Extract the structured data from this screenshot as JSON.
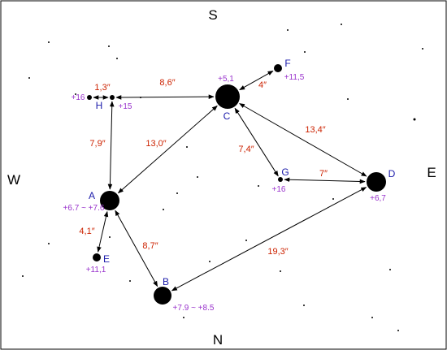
{
  "colors": {
    "background": "#ffffff",
    "frame": "#000000",
    "star": "#000000",
    "link": "#000000",
    "star_name": "#1a1aaa",
    "magnitude": "#9933cc",
    "separation": "#cc2200"
  },
  "directions": {
    "top": "S",
    "bottom": "N",
    "left": "W",
    "right": "E"
  },
  "stars": [
    {
      "id": "A",
      "name": "A",
      "magnitude": "+6.7 ~ +7.6"
    },
    {
      "id": "B",
      "name": "B",
      "magnitude": "+7.9 ~ +8.5"
    },
    {
      "id": "C",
      "name": "C",
      "magnitude": "+5,1"
    },
    {
      "id": "D",
      "name": "D",
      "magnitude": "+6,7"
    },
    {
      "id": "E",
      "name": "E",
      "magnitude": "+11,1"
    },
    {
      "id": "F",
      "name": "F",
      "magnitude": "+11,5"
    },
    {
      "id": "G",
      "name": "G",
      "magnitude": "+16"
    },
    {
      "id": "H",
      "name": "H",
      "magnitude": "+15"
    },
    {
      "id": "H2",
      "name": "",
      "magnitude": "+16"
    }
  ],
  "links": [
    {
      "from": "H2",
      "to": "H",
      "separation": "1,3″"
    },
    {
      "from": "H",
      "to": "C",
      "separation": "8,6″"
    },
    {
      "from": "C",
      "to": "F",
      "separation": "4″"
    },
    {
      "from": "H",
      "to": "A",
      "separation": "7,9″"
    },
    {
      "from": "C",
      "to": "A",
      "separation": "13,0″"
    },
    {
      "from": "C",
      "to": "G",
      "separation": "7,4″"
    },
    {
      "from": "C",
      "to": "D",
      "separation": "13,4″"
    },
    {
      "from": "G",
      "to": "D",
      "separation": "7″"
    },
    {
      "from": "A",
      "to": "E",
      "separation": "4,1″"
    },
    {
      "from": "A",
      "to": "B",
      "separation": "8,7″"
    },
    {
      "from": "B",
      "to": "D",
      "separation": "19,3″"
    }
  ]
}
